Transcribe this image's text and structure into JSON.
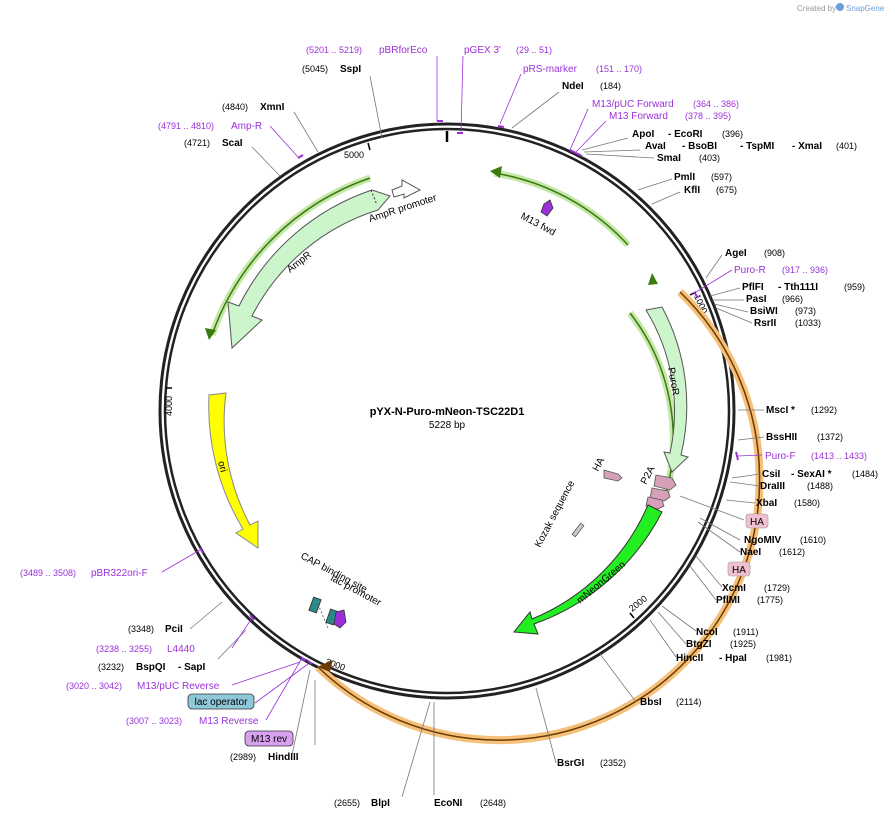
{
  "header": {
    "created_by": "Created by",
    "brand": "SnapGene"
  },
  "plasmid": {
    "name": "pYX-N-Puro-mNeon-TSC22D1",
    "length_label": "5228 bp"
  },
  "ticks": [
    "1000",
    "2000",
    "3000",
    "4000",
    "5000"
  ],
  "features": {
    "ampr_promoter": "AmpR promoter",
    "ampr": "AmpR",
    "ori": "ori",
    "m13_fwd": "M13 fwd",
    "puror": "PuroR",
    "p2a": "P2A",
    "ha_arrow": "HA",
    "kozak": "Kozak sequence",
    "mneongreen": "mNeonGreen",
    "cap_site": "CAP binding site",
    "lac_promoter": "lac promoter",
    "lac_operator": "lac operator",
    "m13_rev": "M13 rev",
    "ha_pill_1": "HA",
    "ha_pill_2": "HA"
  },
  "enzymes": {
    "sspi": {
      "name": "SspI",
      "pos": "(5045)"
    },
    "ndei": {
      "name": "NdeI",
      "pos": "(184)"
    },
    "xmni": {
      "name": "XmnI",
      "pos": "(4840)"
    },
    "scai": {
      "name": "ScaI",
      "pos": "(4721)"
    },
    "apoi": {
      "name": "ApoI",
      "name2": "- EcoRI",
      "pos": "(396)"
    },
    "avai": {
      "name": "AvaI",
      "name2": "- BsoBI",
      "name3": "- TspMI",
      "name4": "- XmaI",
      "pos": "(401)"
    },
    "smai": {
      "name": "SmaI",
      "pos": "(403)"
    },
    "pmli": {
      "name": "PmlI",
      "pos": "(597)"
    },
    "kfli": {
      "name": "KflI",
      "pos": "(675)"
    },
    "agei": {
      "name": "AgeI",
      "pos": "(908)"
    },
    "pflfi": {
      "name": "PflFI",
      "name2": "- Tth111I",
      "pos": "(959)"
    },
    "pasi": {
      "name": "PasI",
      "pos": "(966)"
    },
    "bsiwi": {
      "name": "BsiWI",
      "pos": "(973)"
    },
    "rsrii": {
      "name": "RsrII",
      "pos": "(1033)"
    },
    "msci": {
      "name": "MscI *",
      "pos": "(1292)"
    },
    "bsshii": {
      "name": "BssHII",
      "pos": "(1372)"
    },
    "csii": {
      "name": "CsiI",
      "name2": "- SexAI *",
      "pos": "(1484)"
    },
    "draiii": {
      "name": "DraIII",
      "pos": "(1488)"
    },
    "xbai": {
      "name": "XbaI",
      "pos": "(1580)"
    },
    "ngomiv": {
      "name": "NgoMIV",
      "pos": "(1610)"
    },
    "naei": {
      "name": "NaeI",
      "pos": "(1612)"
    },
    "xcmi": {
      "name": "XcmI",
      "pos": "(1729)"
    },
    "pflmi": {
      "name": "PflMI",
      "pos": "(1775)"
    },
    "ncoi": {
      "name": "NcoI",
      "pos": "(1911)"
    },
    "btgzi": {
      "name": "BtgZI",
      "pos": "(1925)"
    },
    "hincii": {
      "name": "HincII",
      "name2": "- HpaI",
      "pos": "(1981)"
    },
    "bbsi": {
      "name": "BbsI",
      "pos": "(2114)"
    },
    "bsrgi": {
      "name": "BsrGI",
      "pos": "(2352)"
    },
    "econi": {
      "name": "EcoNI",
      "pos": "(2648)"
    },
    "blpi": {
      "name": "BlpI",
      "pos": "(2655)"
    },
    "hindiii": {
      "name": "HindIII",
      "pos": "(2989)"
    },
    "bspqi": {
      "name": "BspQI",
      "name2": "- SapI",
      "pos": "(3232)"
    },
    "pcii": {
      "name": "PciI",
      "pos": "(3348)"
    }
  },
  "primers": {
    "pbrforeco": {
      "name": "pBRforEco",
      "pos": "(5201 .. 5219)"
    },
    "pgex3": {
      "name": "pGEX 3'",
      "pos": "(29 .. 51)"
    },
    "prs_marker": {
      "name": "pRS-marker",
      "pos": "(151 .. 170)"
    },
    "m13puc_fwd": {
      "name": "M13/pUC Forward",
      "pos": "(364 .. 386)"
    },
    "m13_forward": {
      "name": "M13 Forward",
      "pos": "(378 .. 395)"
    },
    "amp_r": {
      "name": "Amp-R",
      "pos": "(4791 .. 4810)"
    },
    "puro_r": {
      "name": "Puro-R",
      "pos": "(917 .. 936)"
    },
    "puro_f": {
      "name": "Puro-F",
      "pos": "(1413 .. 1433)"
    },
    "pbr322ori_f": {
      "name": "pBR322ori-F",
      "pos": "(3489 .. 3508)"
    },
    "l4440": {
      "name": "L4440",
      "pos": "(3238 .. 3255)"
    },
    "m13puc_rev": {
      "name": "M13/pUC Reverse",
      "pos": "(3020 .. 3042)"
    },
    "m13_reverse": {
      "name": "M13 Reverse",
      "pos": "(3007 .. 3023)"
    }
  },
  "colors": {
    "backbone": "#222222",
    "primer": "#9b30d9",
    "ampr_fill": "#ccf5cc",
    "ori_fill": "#ffff00",
    "mneon_fill": "#22ee22",
    "orange_orf": "#f5c07a",
    "green_orf": "#4a9a2a",
    "ha_fill": "#d8a0b8",
    "lac_operator_fill": "#8fc8d8",
    "m13rev_fill": "#d9a0f0"
  }
}
